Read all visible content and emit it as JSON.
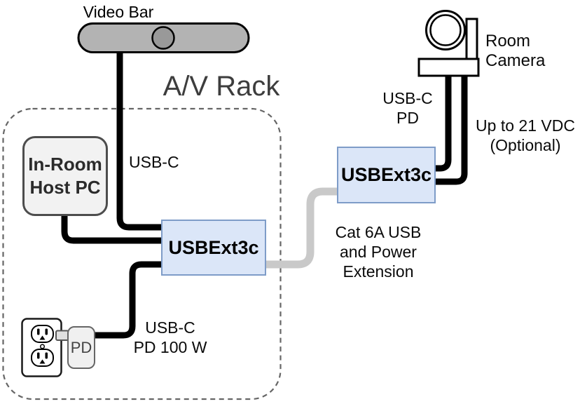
{
  "diagram": {
    "title": "A/V Rack",
    "video_bar": {
      "label": "Video Bar"
    },
    "room_camera": {
      "label": [
        "Room",
        "Camera"
      ]
    },
    "host_pc": {
      "label": [
        "In-Room",
        "Host PC"
      ]
    },
    "extender_left": {
      "label": "USBExt3c"
    },
    "extender_right": {
      "label": "USBExt3c"
    },
    "pd_adapter": {
      "label": "PD"
    },
    "cable_labels": {
      "usb_c": "USB-C",
      "usb_c_pd": [
        "USB-C",
        "PD"
      ],
      "vdc_optional": [
        "Up to 21 VDC",
        "(Optional)"
      ],
      "cat6a": [
        "Cat 6A USB",
        "and Power",
        "Extension"
      ],
      "usb_c_pd_100w": [
        "USB-C",
        "PD 100 W"
      ]
    },
    "colors": {
      "extender_fill": "#dbe6f8",
      "extender_border": "#7e9cc8",
      "video_bar_fill": "#b3b3b3",
      "camera_lens_fill": "#999999",
      "cable_black": "#000000",
      "cable_gray": "#c9c9c9",
      "rack_dash_border": "#666666",
      "title_text": "#3d3d3d",
      "device_fill": "#f2f2f2",
      "device_border": "#4d4d4d"
    }
  }
}
